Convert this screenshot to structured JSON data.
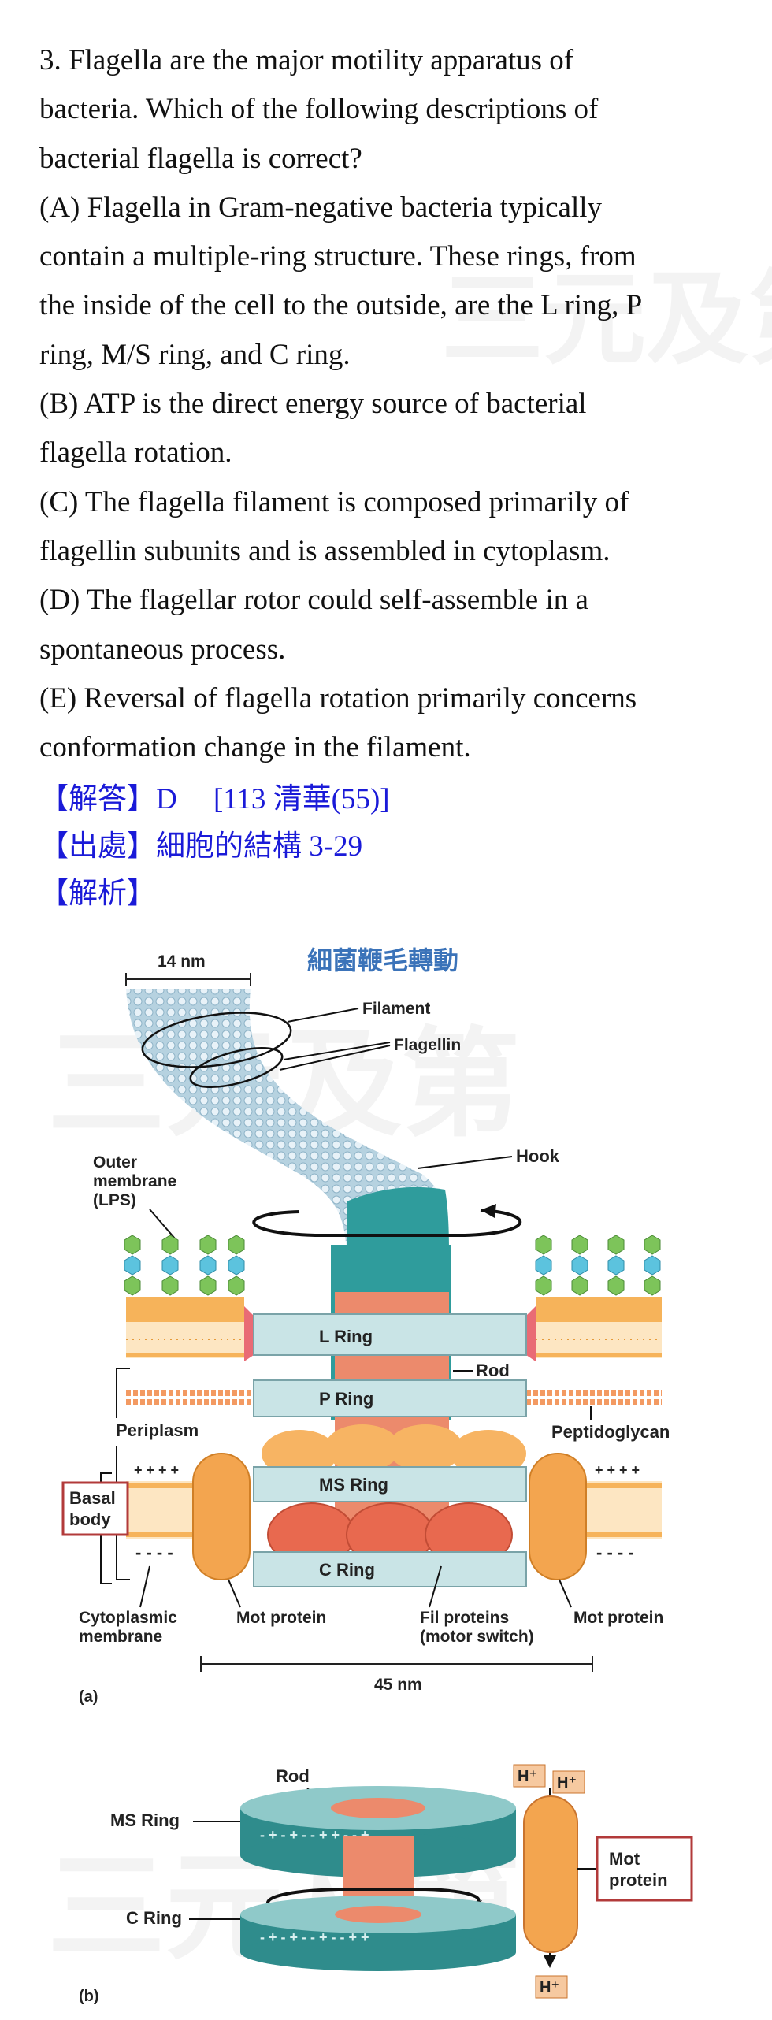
{
  "question": {
    "lines": [
      "3. Flagella are the major motility apparatus of",
      "bacteria. Which of the following descriptions of",
      "bacterial flagella is correct?",
      "(A) Flagella in Gram-negative bacteria typically",
      "contain a multiple-ring structure. These rings, from",
      "the inside of the cell to the outside, are the L ring, P",
      "ring, M/S ring, and C ring.",
      "(B) ATP is the direct energy source of bacterial",
      "flagella rotation.",
      "(C) The flagella filament is composed primarily of",
      "flagellin subunits and is assembled in cytoplasm.",
      "(D) The flagellar rotor could self-assemble in a",
      "spontaneous process.",
      "(E) Reversal of flagella rotation primarily concerns",
      "conformation change in the filament."
    ]
  },
  "answer": {
    "answer_line": "【解答】D     [113 清華(55)]",
    "source_line": "【出處】細胞的結構 3-29",
    "analysis_line": "【解析】"
  },
  "watermark": {
    "text": "三元及第"
  },
  "figure_a": {
    "title": "細菌鞭毛轉動",
    "width_label": "14 nm",
    "filament": "Filament",
    "flagellin": "Flagellin",
    "hook": "Hook",
    "outer_membrane": [
      "Outer",
      "membrane",
      "(LPS)"
    ],
    "l_ring": "L Ring",
    "rod": "Rod",
    "p_ring": "P Ring",
    "periplasm": "Periplasm",
    "peptidoglycan": "Peptidoglycan",
    "ms_ring": "MS Ring",
    "basal_body": [
      "Basal",
      "body"
    ],
    "c_ring": "C Ring",
    "plus_signs": "+ + + +",
    "minus_signs": "- - - -",
    "cytoplasmic_membrane": [
      "Cytoplasmic",
      "membrane"
    ],
    "mot_protein_left": "Mot protein",
    "fil_proteins": [
      "Fil proteins",
      "(motor switch)"
    ],
    "mot_protein_right": "Mot protein",
    "scale_label": "45 nm",
    "panel_label": "(a)"
  },
  "figure_b": {
    "rod": "Rod",
    "h_plus": "H⁺",
    "ms_ring": "MS Ring",
    "c_ring": "C Ring",
    "mot_protein": [
      "Mot",
      "protein"
    ],
    "panel_label": "(b)"
  },
  "colors": {
    "answer_text": "#1a1ad8",
    "title_blue": "#3b73b9",
    "ring_fill": "#c9e4e6",
    "ring_stroke": "#7aa3a8",
    "hook_teal": "#2f9c9c",
    "rod_salmon": "#ec8a6c",
    "mot_orange": "#f3a54f",
    "c_ring_red": "#e8694f",
    "basal_box": "#b23a3a"
  }
}
